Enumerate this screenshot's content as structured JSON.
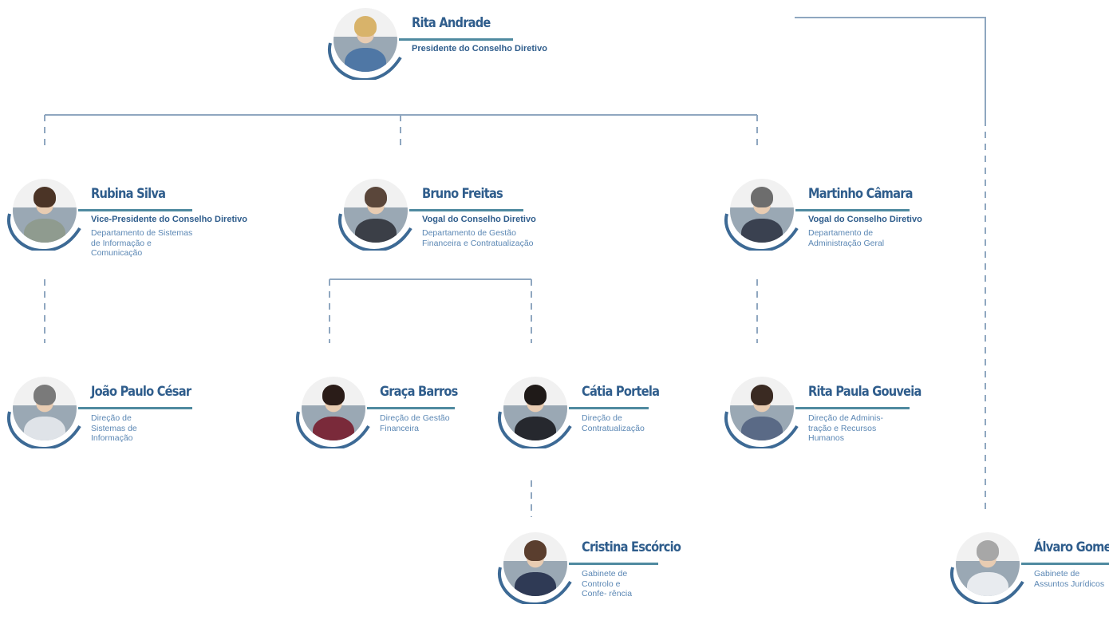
{
  "people": {
    "president": {
      "name": "Rita Andrade",
      "role": "Presidente do Conselho Diretivo"
    },
    "vp": {
      "name": "Rubina Silva",
      "role": "Vice-Presidente do Conselho Diretivo",
      "dept": "Departamento de Sistemas de Informação e Comunicação"
    },
    "vogal1": {
      "name": "Bruno Freitas",
      "role": "Vogal do Conselho Diretivo",
      "dept": "Departamento de Gestão Financeira e Contratualização"
    },
    "vogal2": {
      "name": "Martinho Câmara",
      "role": "Vogal do Conselho Diretivo",
      "dept": "Departamento de Administração Geral"
    },
    "dir_si": {
      "name": "João Paulo César",
      "unit": "Direção de Sistemas de Informação"
    },
    "dir_gf": {
      "name": "Graça Barros",
      "unit": "Direção de Gestão Financeira"
    },
    "dir_ct": {
      "name": "Cátia Portela",
      "unit": "Direção de Contratualização"
    },
    "dir_rh": {
      "name": "Rita Paula Gouveia",
      "unit": "Direção de Adminis- tração e Recursos Humanos"
    },
    "gab_cc": {
      "name": "Cristina Escórcio",
      "unit": "Gabinete de Controlo e Confe- rência"
    },
    "gab_aj": {
      "name": "Álvaro Gomes",
      "unit": "Gabinete de Assuntos Jurídicos"
    }
  },
  "colors": {
    "name": "#2f5d8c",
    "accent": "#4f8aa0",
    "connector": "#8fa7c0",
    "text": "#5b87b4"
  }
}
